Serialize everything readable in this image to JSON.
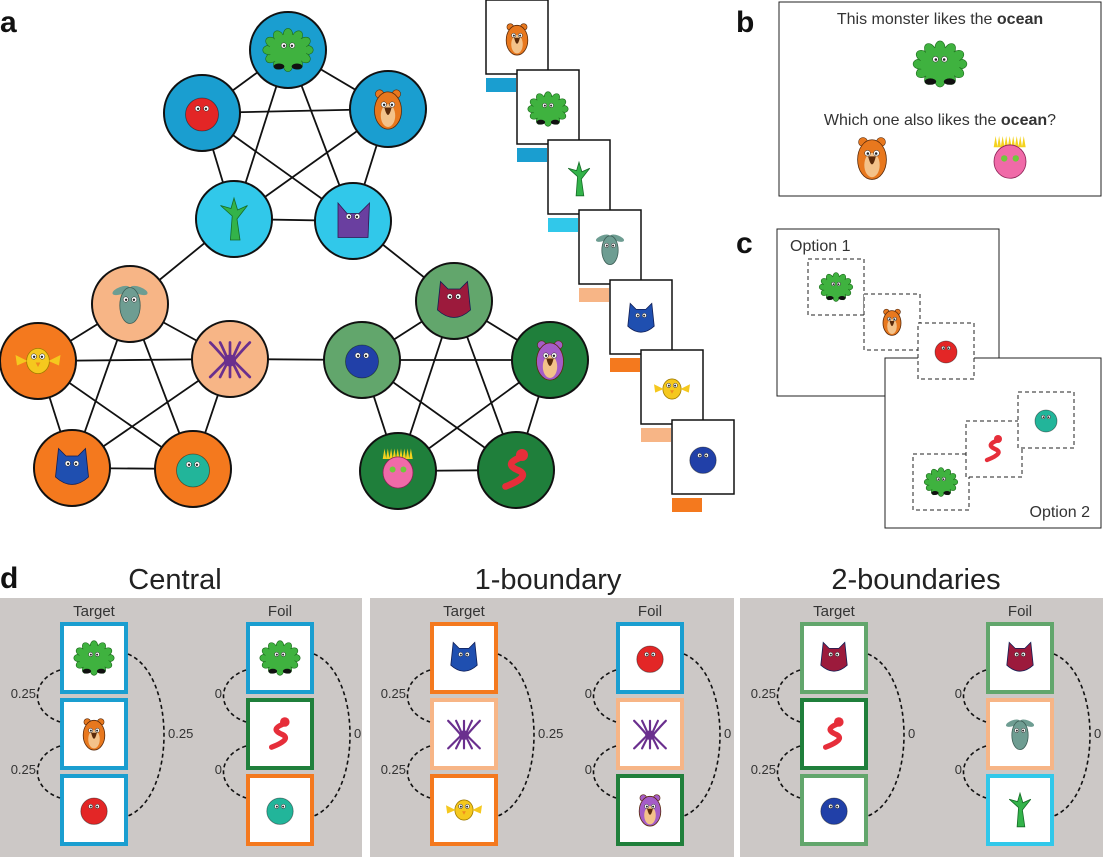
{
  "panels": {
    "a": "a",
    "b": "b",
    "c": "c",
    "d": "d"
  },
  "colors": {
    "dark_blue": "#1a9ed0",
    "light_blue": "#31c8ea",
    "peach": "#f7b586",
    "orange": "#f4791e",
    "mid_green": "#62a66c",
    "dark_green": "#1f7f3b",
    "gray_bg": "#ccc8c6"
  },
  "graph": {
    "nodes": [
      {
        "id": "n1",
        "color": "dark_blue",
        "monster": "green-furry-monster"
      },
      {
        "id": "n2",
        "color": "dark_blue",
        "monster": "red-crab-monster"
      },
      {
        "id": "n3",
        "color": "dark_blue",
        "monster": "orange-bear-monster"
      },
      {
        "id": "n4",
        "color": "light_blue",
        "monster": "green-tree-monster"
      },
      {
        "id": "n5",
        "color": "light_blue",
        "monster": "purple-cat-monster"
      },
      {
        "id": "n6",
        "color": "peach",
        "monster": "gray-rabbit-monster"
      },
      {
        "id": "n7",
        "color": "orange",
        "monster": "yellow-bird-monster"
      },
      {
        "id": "n8",
        "color": "peach",
        "monster": "purple-tentacle-monster"
      },
      {
        "id": "n9",
        "color": "orange",
        "monster": "blue-owl-monster"
      },
      {
        "id": "n10",
        "color": "orange",
        "monster": "teal-dino-monster"
      },
      {
        "id": "n11",
        "color": "mid_green",
        "monster": "maroon-horned-monster"
      },
      {
        "id": "n12",
        "color": "mid_green",
        "monster": "blue-hippo-monster"
      },
      {
        "id": "n13",
        "color": "dark_green",
        "monster": "purple-cap-monster"
      },
      {
        "id": "n14",
        "color": "dark_green",
        "monster": "pink-spiky-monster"
      },
      {
        "id": "n15",
        "color": "dark_green",
        "monster": "red-snake-monster"
      }
    ],
    "sequence": [
      {
        "monster": "orange-bear-monster",
        "bar": "dark_blue"
      },
      {
        "monster": "green-furry-monster",
        "bar": "dark_blue"
      },
      {
        "monster": "green-tree-monster",
        "bar": "light_blue"
      },
      {
        "monster": "gray-rabbit-monster",
        "bar": "peach"
      },
      {
        "monster": "blue-owl-monster",
        "bar": "orange"
      },
      {
        "monster": "yellow-bird-monster",
        "bar": "peach"
      },
      {
        "monster": "blue-hippo-monster",
        "bar": "orange"
      }
    ]
  },
  "panel_b": {
    "line1_pre": "This monster likes the ",
    "line1_bold": "ocean",
    "line2_pre": "Which one also likes the ",
    "line2_bold": "ocean",
    "line2_post": "?"
  },
  "panel_c": {
    "option1": "Option 1",
    "option2": "Option 2"
  },
  "panel_d": {
    "groups": [
      {
        "title": "Central",
        "target_label": "Target",
        "foil_label": "Foil",
        "target_probs": [
          "0.25",
          "0.25",
          "0.25"
        ],
        "foil_probs": [
          "0",
          "0",
          "0"
        ],
        "target_monsters": [
          "green-furry-monster",
          "orange-bear-monster",
          "red-crab-monster"
        ],
        "foil_monsters": [
          "green-furry-monster",
          "red-snake-monster",
          "teal-dino-monster"
        ]
      },
      {
        "title": "1-boundary",
        "target_label": "Target",
        "foil_label": "Foil",
        "target_probs": [
          "0.25",
          "0.25",
          "0.25"
        ],
        "foil_probs": [
          "0",
          "0",
          "0"
        ],
        "target_monsters": [
          "blue-owl-monster",
          "purple-tentacle-monster",
          "yellow-bird-monster"
        ],
        "foil_monsters": [
          "red-crab-monster",
          "purple-tentacle-monster",
          "purple-cap-monster"
        ]
      },
      {
        "title": "2-boundaries",
        "target_label": "Target",
        "foil_label": "Foil",
        "target_probs": [
          "0.25",
          "0.25",
          "0"
        ],
        "foil_probs": [
          "0",
          "0",
          "0"
        ],
        "target_monsters": [
          "maroon-horned-monster",
          "red-snake-monster",
          "blue-hippo-monster"
        ],
        "foil_monsters": [
          "maroon-horned-monster",
          "gray-rabbit-monster",
          "green-tree-monster"
        ]
      }
    ]
  }
}
